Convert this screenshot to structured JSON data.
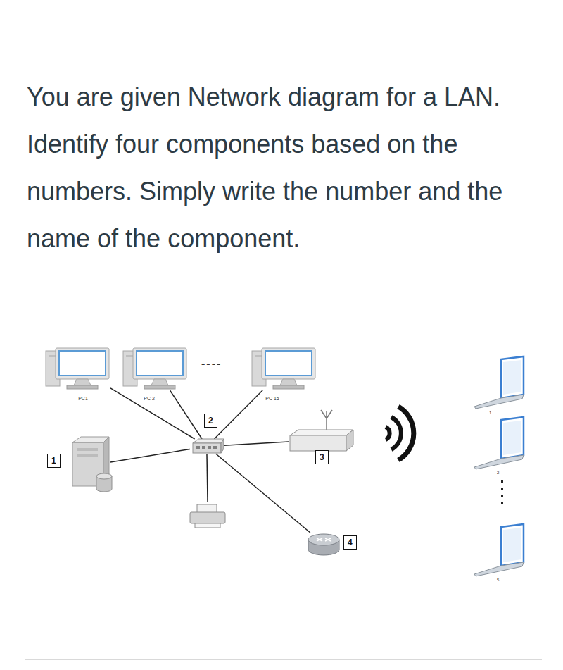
{
  "diagram": {
    "title": "You are given Network diagram for a LAN. Identify four components based on the numbers. Simply write the number and the name of the component.",
    "nodes": [
      {
        "text": [
          "PC1"
        ]
      },
      {
        "text": [
          "PC 2"
        ]
      },
      {
        "text": [
          "PC 15"
        ]
      },
      {
        "text": [
          "1"
        ]
      },
      {
        "text": [
          "2"
        ]
      },
      {
        "text": [
          "3"
        ]
      },
      {
        "text": [
          "4"
        ]
      }
    ],
    "edges": [
      {
        "from": 4,
        "to": 0,
        "arrow": "none"
      },
      {
        "from": 4,
        "to": 1,
        "arrow": "none"
      },
      {
        "from": 4,
        "to": 2,
        "arrow": "none"
      },
      {
        "from": 4,
        "to": 3,
        "arrow": "none"
      },
      {
        "from": 4,
        "to": 5,
        "arrow": "none"
      },
      {
        "from": 4,
        "to": 6,
        "arrow": "none"
      }
    ],
    "labels": [
      "----",
      "1",
      "2",
      "5"
    ]
  }
}
